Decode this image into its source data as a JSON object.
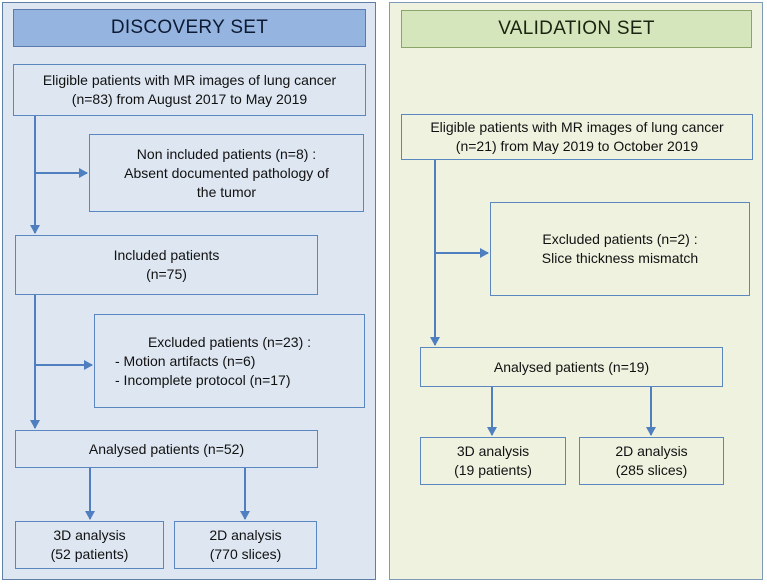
{
  "discovery": {
    "title": "DISCOVERY SET",
    "eligible": [
      "Eligible patients with MR images of lung cancer",
      "(n=83) from August 2017 to May 2019"
    ],
    "non_included": [
      "Non included patients (n=8) :",
      "Absent documented pathology of",
      "the tumor"
    ],
    "included": [
      "Included patients",
      "(n=75)"
    ],
    "excluded": {
      "title": "Excluded patients (n=23) :",
      "items": [
        "-      Motion artifacts (n=6)",
        "-     Incomplete protocol (n=17)"
      ]
    },
    "analysed": "Analysed patients (n=52)",
    "analysis_3d": [
      "3D analysis",
      "(52 patients)"
    ],
    "analysis_2d": [
      "2D analysis",
      "(770 slices)"
    ]
  },
  "validation": {
    "title": "VALIDATION SET",
    "eligible": [
      "Eligible patients with MR images of lung cancer",
      "(n=21) from May 2019 to October 2019"
    ],
    "excluded": [
      "Excluded patients (n=2) :",
      "Slice thickness mismatch"
    ],
    "analysed": "Analysed patients (n=19)",
    "analysis_3d": [
      "3D analysis",
      "(19 patients)"
    ],
    "analysis_2d": [
      "2D analysis",
      "(285 slices)"
    ]
  },
  "colors": {
    "discovery_panel": "#dde6f1",
    "discovery_header": "#95b4df",
    "validation_panel": "#eef2df",
    "validation_header": "#d6e6bc",
    "box_border": "#5b87c1",
    "arrow": "#4f7fbf"
  }
}
